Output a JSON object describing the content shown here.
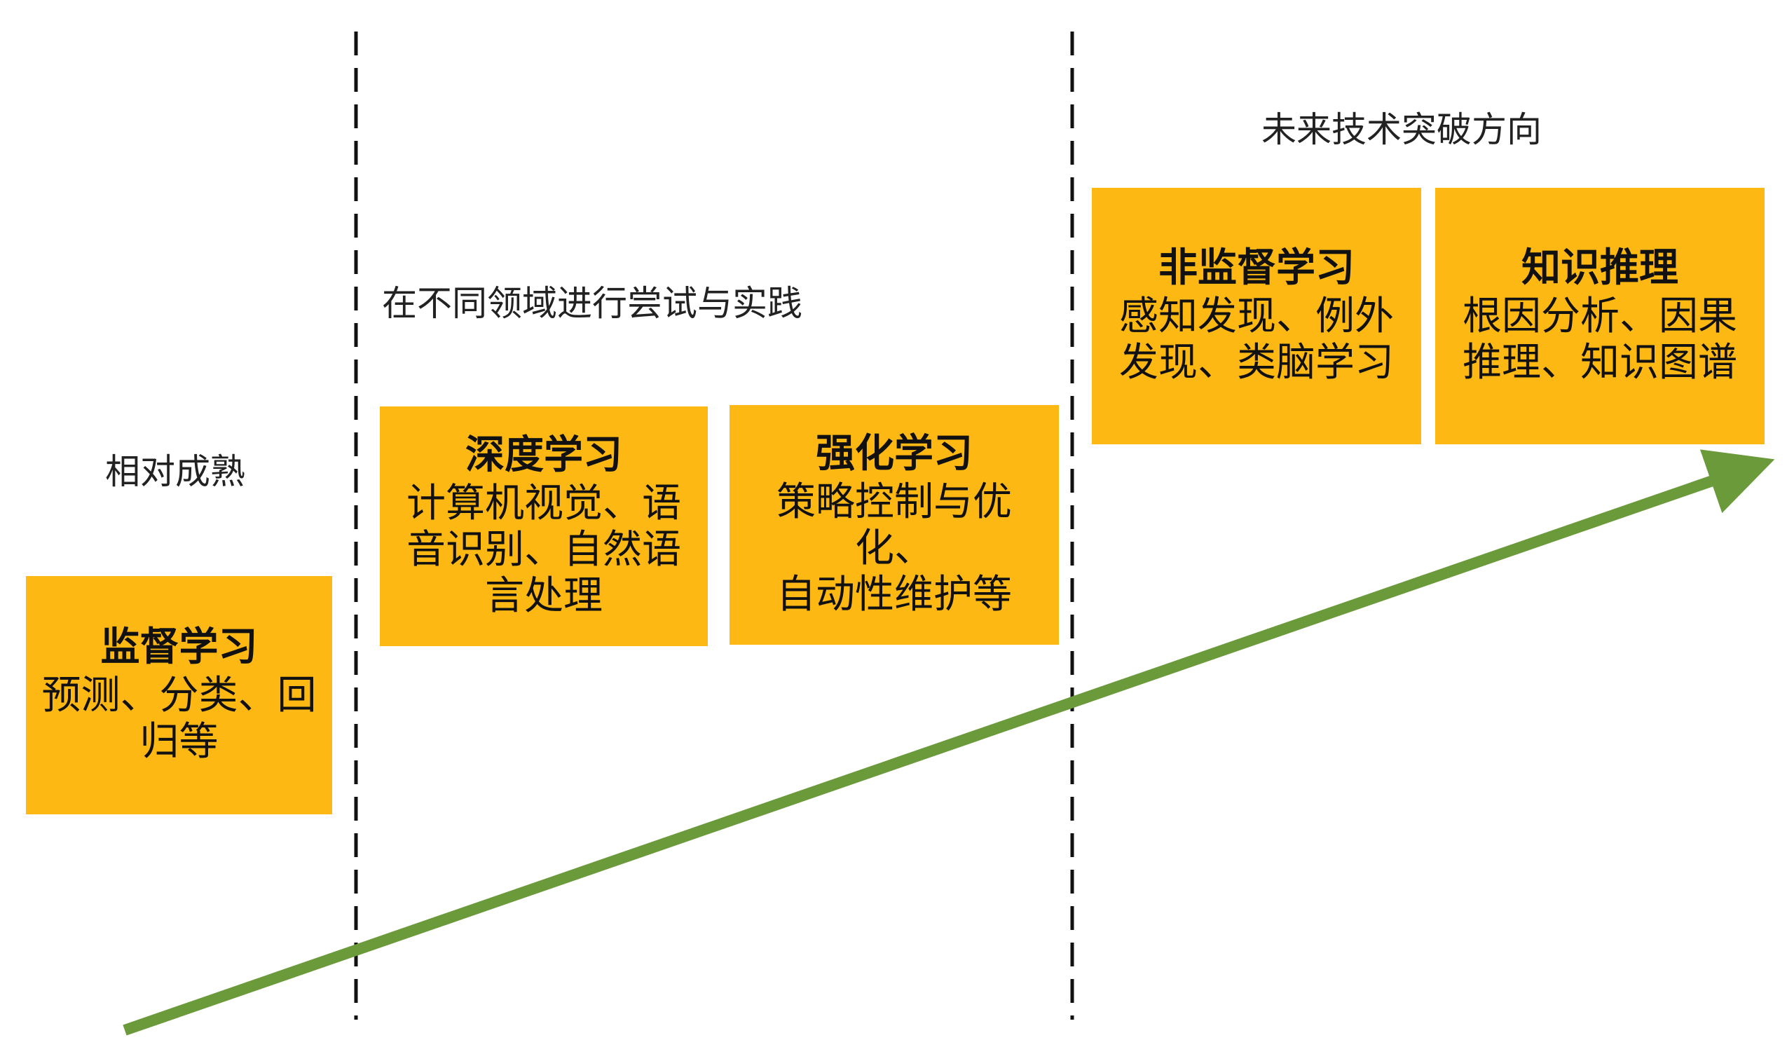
{
  "colors": {
    "box_fill": "#fdb813",
    "arrow": "#6a9a3a",
    "divider": "#111111",
    "text": "#111111"
  },
  "stages": [
    {
      "label": "相对成熟"
    },
    {
      "label": "在不同领域进行尝试与实践"
    },
    {
      "label": "未来技术突破方向"
    }
  ],
  "boxes": [
    {
      "title": "监督学习",
      "lines": [
        "预测、分类、回",
        "归等"
      ]
    },
    {
      "title": "深度学习",
      "lines": [
        "计算机视觉、语",
        "音识别、自然语",
        "言处理"
      ]
    },
    {
      "title": "强化学习",
      "lines": [
        "策略控制与优化、",
        "自动性维护等"
      ]
    },
    {
      "title": "非监督学习",
      "lines": [
        "感知发现、例外",
        "发现、类脑学习"
      ]
    },
    {
      "title": "知识推理",
      "lines": [
        "根因分析、因果",
        "推理、知识图谱"
      ]
    }
  ]
}
